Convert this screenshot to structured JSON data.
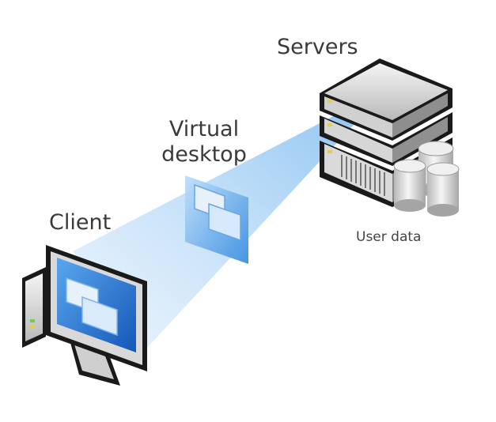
{
  "labels": {
    "servers": "Servers",
    "virtual_desktop_line1": "Virtual",
    "virtual_desktop_line2": "desktop",
    "client": "Client",
    "user_data": "User data"
  },
  "colors": {
    "beam": "#cfe6fb",
    "screen_blue": "#1f6fd1",
    "window_fill": "#e6f1fc",
    "frame_dark": "#1a1a1a",
    "metal_light": "#e9e9e9",
    "metal_mid": "#bdbdbd"
  },
  "icons": {
    "server": "server-rack-icon",
    "database": "database-cylinder-icon",
    "desktop": "virtual-desktop-tile-icon",
    "client": "client-computer-icon"
  }
}
